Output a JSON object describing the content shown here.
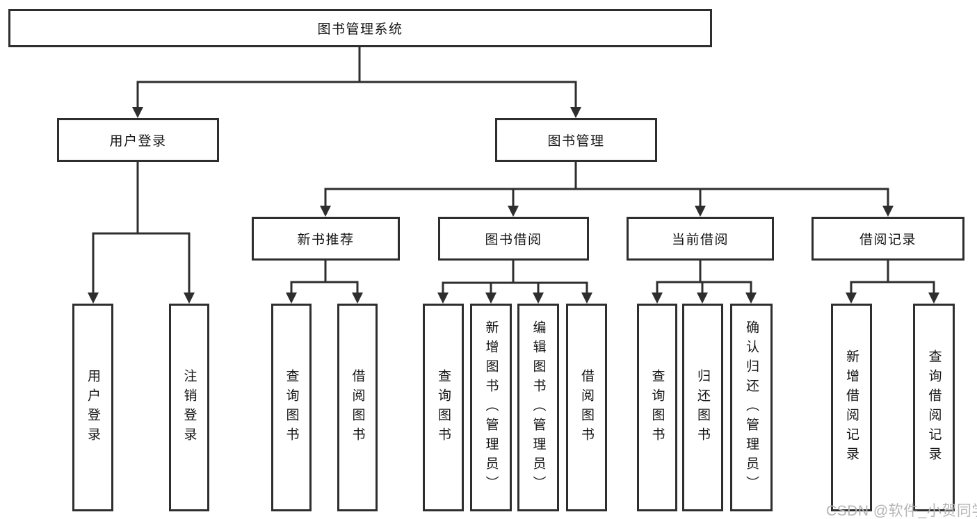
{
  "nodes": {
    "root": "图书管理系统",
    "user_login": "用户登录",
    "book_mgmt": "图书管理",
    "new_books": "新书推荐",
    "book_borrow": "图书借阅",
    "current_borrow": "当前借阅",
    "borrow_records": "借阅记录"
  },
  "leaves": {
    "user_login": [
      "用户登录",
      "注销登录"
    ],
    "new_books": [
      "查询图书",
      "借阅图书"
    ],
    "book_borrow": [
      "查询图书",
      "新增图书（管理员）",
      "编辑图书（管理员）",
      "借阅图书"
    ],
    "current_borrow": [
      "查询图书",
      "归还图书",
      "确认归还（管理员）"
    ],
    "borrow_records": [
      "新增借阅记录",
      "查询借阅记录"
    ]
  },
  "watermark": "CSDN @软件_小贺同学",
  "colors": {
    "line": "#2e2e2e",
    "text": "#151515",
    "watermark": "#b5b5b5",
    "background": "#ffffff"
  }
}
